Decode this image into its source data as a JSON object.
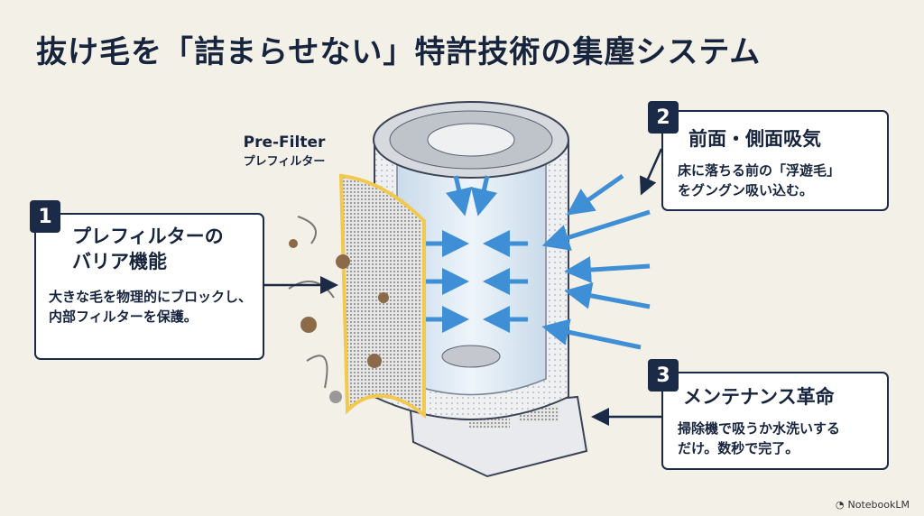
{
  "title": "抜け毛を「詰まらせない」特許技術の集塵システム",
  "prefilter_label": {
    "en": "Pre-Filter",
    "jp": "プレフィルター"
  },
  "cards": [
    {
      "number": "1",
      "heading_line1": "プレフィルターの",
      "heading_line2": "バリア機能",
      "text": "大きな毛を物理的にブロックし、内部フィルターを保護。"
    },
    {
      "number": "2",
      "heading_line1": "前面・側面吸気",
      "text_line1": "床に落ちる前の「浮遊毛」",
      "text_line2": "をグングン吸い込む。"
    },
    {
      "number": "3",
      "heading_line1": "メンテナンス革命",
      "text_line1": "掃除機で吸うか水洗いする",
      "text_line2": "だけ。数秒で完了。"
    }
  ],
  "watermark": "NotebookLM",
  "colors": {
    "navy": "#1b2a47",
    "arrow_blue": "#3f8fd6",
    "filter_yellow": "#f2c94c",
    "background": "#f3f0e7"
  }
}
